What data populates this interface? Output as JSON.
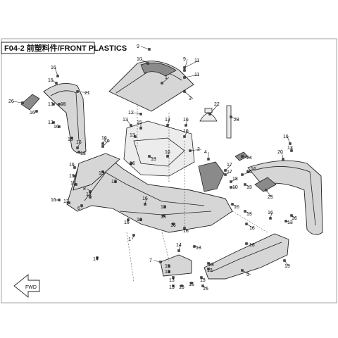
{
  "header": {
    "title": "F04-2 前塑料件/FRONT  PLASTICS"
  },
  "callouts": [
    {
      "n": "9"
    },
    {
      "n": "10"
    },
    {
      "n": "9"
    },
    {
      "n": "11"
    },
    {
      "n": "11"
    },
    {
      "n": "1"
    },
    {
      "n": "3"
    },
    {
      "n": "26"
    },
    {
      "n": "16"
    },
    {
      "n": "16"
    },
    {
      "n": "21"
    },
    {
      "n": "13"
    },
    {
      "n": "15"
    },
    {
      "n": "16"
    },
    {
      "n": "13"
    },
    {
      "n": "16"
    },
    {
      "n": "16"
    },
    {
      "n": "12"
    },
    {
      "n": "13"
    },
    {
      "n": "15"
    },
    {
      "n": "13"
    },
    {
      "n": "13"
    },
    {
      "n": "16"
    },
    {
      "n": "16"
    },
    {
      "n": "22"
    },
    {
      "n": "23"
    },
    {
      "n": "16"
    },
    {
      "n": "13"
    },
    {
      "n": "2"
    },
    {
      "n": "16"
    },
    {
      "n": "13"
    },
    {
      "n": "16"
    },
    {
      "n": "4"
    },
    {
      "n": "24"
    },
    {
      "n": "20"
    },
    {
      "n": "16"
    },
    {
      "n": "13"
    },
    {
      "n": "17"
    },
    {
      "n": "17"
    },
    {
      "n": "18"
    },
    {
      "n": "16"
    },
    {
      "n": "16"
    },
    {
      "n": "13"
    },
    {
      "n": "10"
    },
    {
      "n": "25"
    },
    {
      "n": "16"
    },
    {
      "n": "16"
    },
    {
      "n": "13"
    },
    {
      "n": "10"
    },
    {
      "n": "13"
    },
    {
      "n": "16"
    },
    {
      "n": "16"
    },
    {
      "n": "8"
    },
    {
      "n": "13"
    },
    {
      "n": "16"
    },
    {
      "n": "13"
    },
    {
      "n": "16"
    },
    {
      "n": "6"
    },
    {
      "n": "13"
    },
    {
      "n": "13"
    },
    {
      "n": "16"
    },
    {
      "n": "16"
    },
    {
      "n": "16"
    },
    {
      "n": "16"
    },
    {
      "n": "13"
    },
    {
      "n": "13"
    },
    {
      "n": "1"
    },
    {
      "n": "16"
    },
    {
      "n": "16"
    },
    {
      "n": "13"
    },
    {
      "n": "14"
    },
    {
      "n": "7"
    },
    {
      "n": "15"
    },
    {
      "n": "13"
    },
    {
      "n": "14"
    },
    {
      "n": "13"
    },
    {
      "n": "13"
    },
    {
      "n": "13"
    },
    {
      "n": "15"
    },
    {
      "n": "13"
    },
    {
      "n": "15"
    },
    {
      "n": "13"
    },
    {
      "n": "13"
    },
    {
      "n": "5"
    },
    {
      "n": "19"
    },
    {
      "n": "16"
    },
    {
      "n": "13"
    },
    {
      "n": "16"
    }
  ],
  "direction_arrow": {
    "label": "FWD"
  }
}
